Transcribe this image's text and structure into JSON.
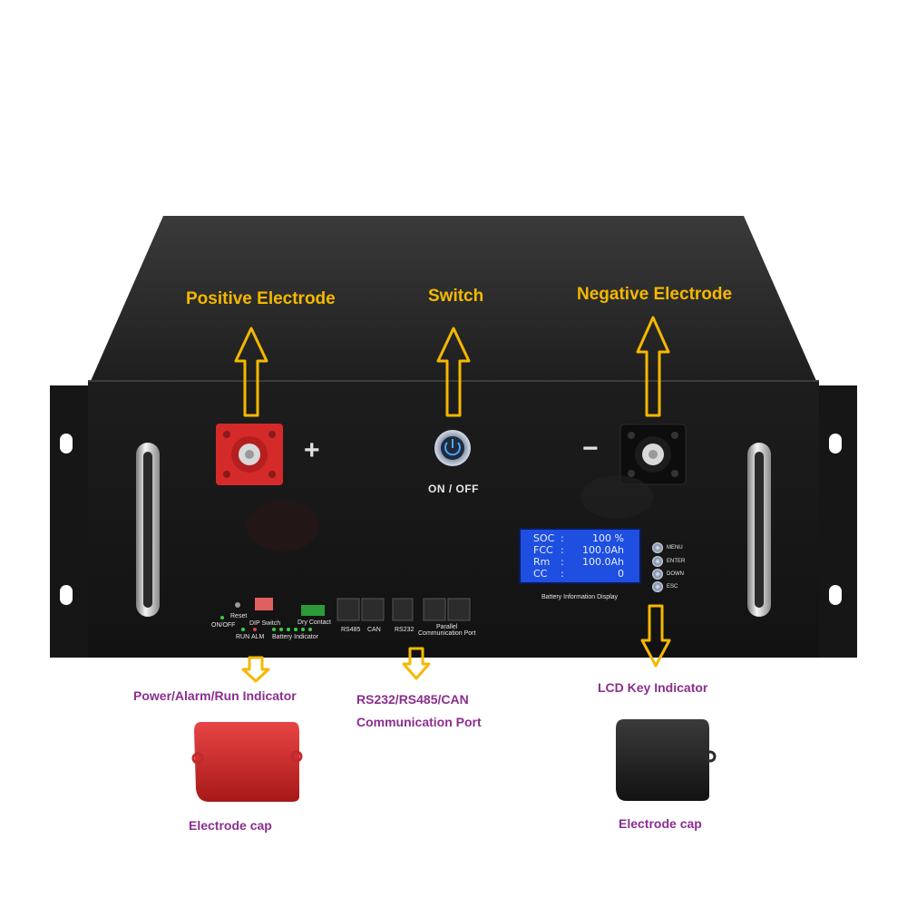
{
  "callouts": {
    "positive": "Positive Electrode",
    "switch": "Switch",
    "negative": "Negative Electrode",
    "power_indicator": "Power/Alarm/Run Indicator",
    "comm_port_line1": "RS232/RS485/CAN",
    "comm_port_line2": "Communication Port",
    "lcd_key": "LCD Key Indicator",
    "cap_left": "Electrode cap",
    "cap_right": "Electrode cap"
  },
  "panel": {
    "plus": "+",
    "minus": "−",
    "on_off": "ON / OFF",
    "reset": "Reset",
    "onoff_small": "ON/OFF",
    "dip_switch": "DIP Switch",
    "run": "RUN",
    "alm": "ALM",
    "battery_indicator": "Battery Indicator",
    "dry_contact": "Dry Contact",
    "rs485": "RS485",
    "can": "CAN",
    "rs232": "RS232",
    "parallel_line1": "Parallel",
    "parallel_line2": "Communication Port",
    "lcd_caption": "Battery Information Display"
  },
  "lcd": {
    "rows": [
      {
        "key": "SOC",
        "colon": ":",
        "value": "100 %"
      },
      {
        "key": "FCC",
        "colon": ":",
        "value": "100.0Ah"
      },
      {
        "key": "Rm",
        "colon": ":",
        "value": "100.0Ah"
      },
      {
        "key": "CC",
        "colon": ":",
        "value": "0"
      }
    ],
    "keys": [
      "MENU",
      "ENTER",
      "DOWN",
      "ESC"
    ]
  },
  "colors": {
    "callout_yellow": "#f5b800",
    "callout_purple": "#8b2e8f",
    "chassis": "#1a1a1a",
    "lcd_blue": "#1f4fe0",
    "positive_terminal": "#d42a2a"
  }
}
